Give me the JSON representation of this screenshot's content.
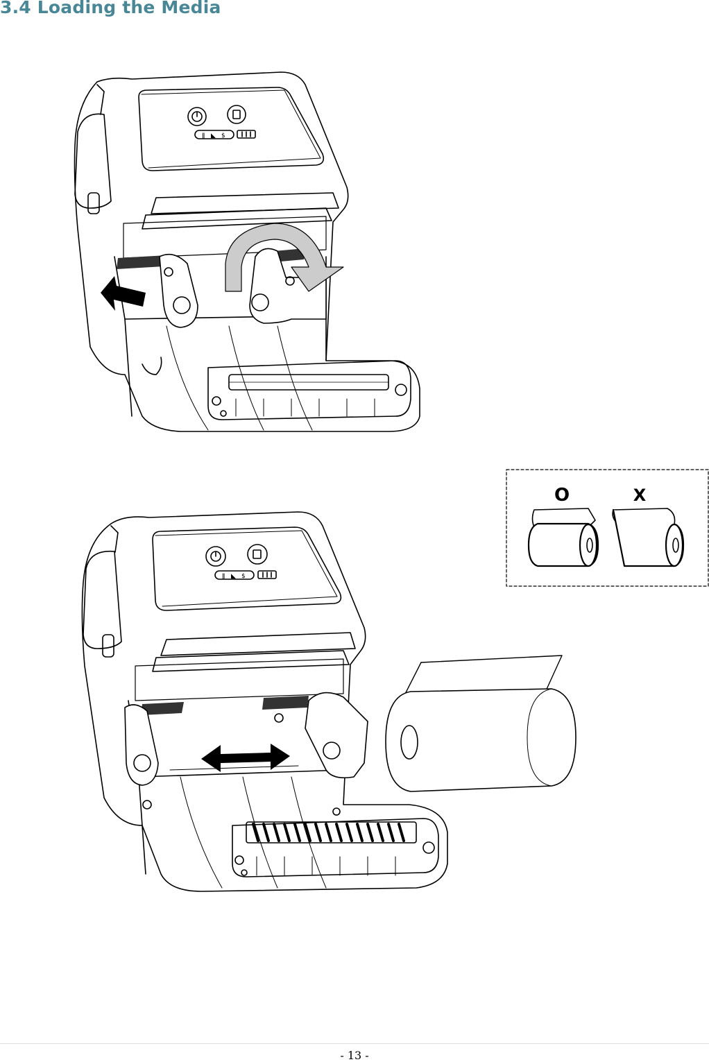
{
  "section": {
    "title": "3.4 Loading the Media"
  },
  "inset": {
    "correct_mark": "O",
    "incorrect_mark": "X"
  },
  "footer": {
    "page_number": "- 13 -"
  },
  "icons": [
    "power-button-icon",
    "feed-button-icon",
    "status-led-icons",
    "battery-led-icon",
    "eject-arrow-icon",
    "rotate-arrow-icon",
    "width-adjust-arrow-icon"
  ]
}
